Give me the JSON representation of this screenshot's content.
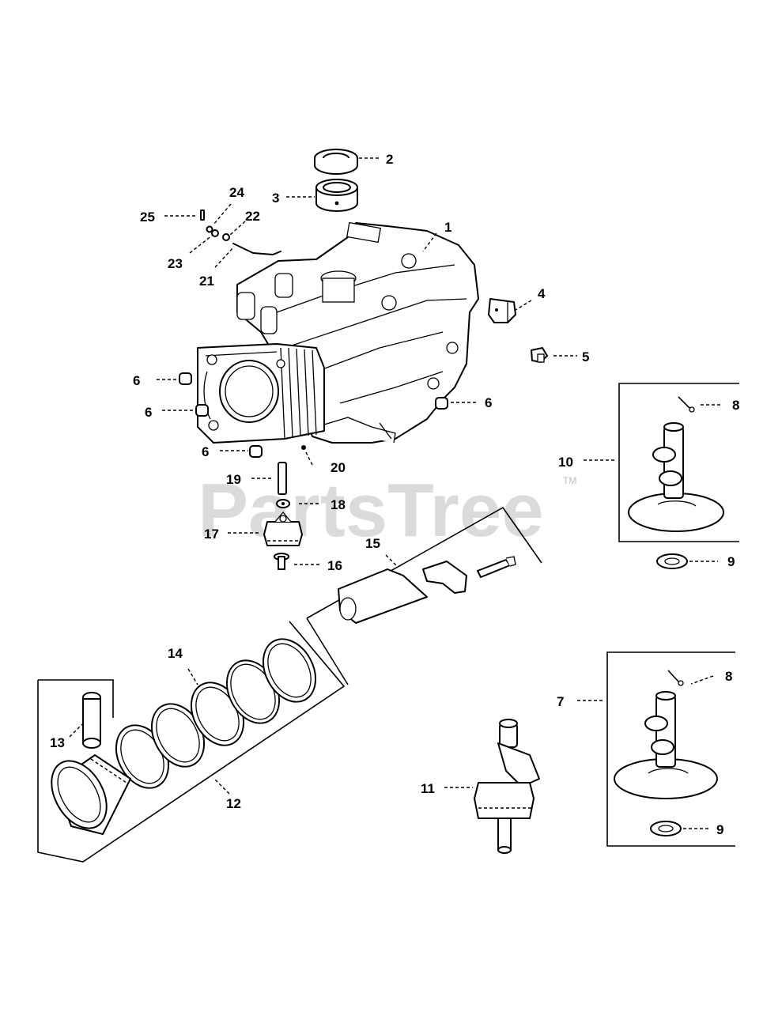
{
  "watermark": {
    "text": "PartsTree",
    "trademark": "TM"
  },
  "callouts": {
    "c1": "1",
    "c2": "2",
    "c3": "3",
    "c4": "4",
    "c5": "5",
    "c6a": "6",
    "c6b": "6",
    "c6c": "6",
    "c6d": "6",
    "c7": "7",
    "c8a": "8",
    "c8b": "8",
    "c9a": "9",
    "c9b": "9",
    "c10": "10",
    "c11": "11",
    "c12": "12",
    "c13": "13",
    "c14": "14",
    "c15": "15",
    "c16": "16",
    "c17": "17",
    "c18": "18",
    "c19": "19",
    "c20": "20",
    "c21": "21",
    "c22": "22",
    "c23": "23",
    "c24": "24",
    "c25": "25"
  }
}
